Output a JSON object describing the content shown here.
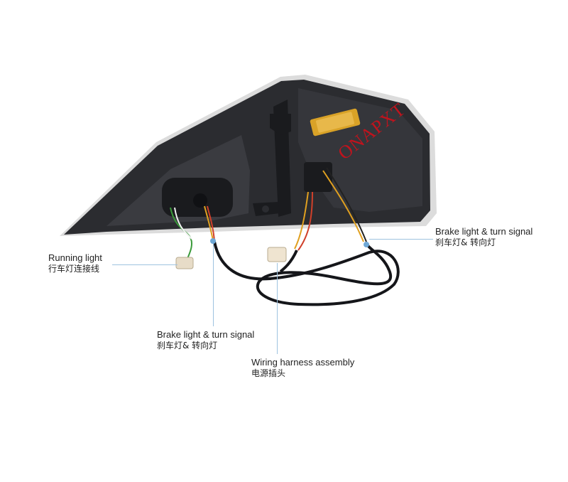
{
  "product_image": {
    "subject": "rear tail light assembly with wiring harness"
  },
  "labels": {
    "running_light": {
      "en": "Running light",
      "zh": "行车灯连接线"
    },
    "brake_turn_right": {
      "en": "Brake light & turn signal",
      "zh": "刹车灯& 转向灯"
    },
    "brake_turn_bottom": {
      "en": "Brake light & turn signal",
      "zh": "刹车灯& 转向灯"
    },
    "wiring_harness": {
      "en": "Wiring harness assembly",
      "zh": "电源插头"
    }
  },
  "watermark": "ONAPXT",
  "colors": {
    "housing": "#2b2c30",
    "housing_dark": "#1a1b1e",
    "wire": "#15161a",
    "resistor": "#d9a227",
    "leader": "#9ec3e0",
    "watermark": "#d0101a"
  }
}
